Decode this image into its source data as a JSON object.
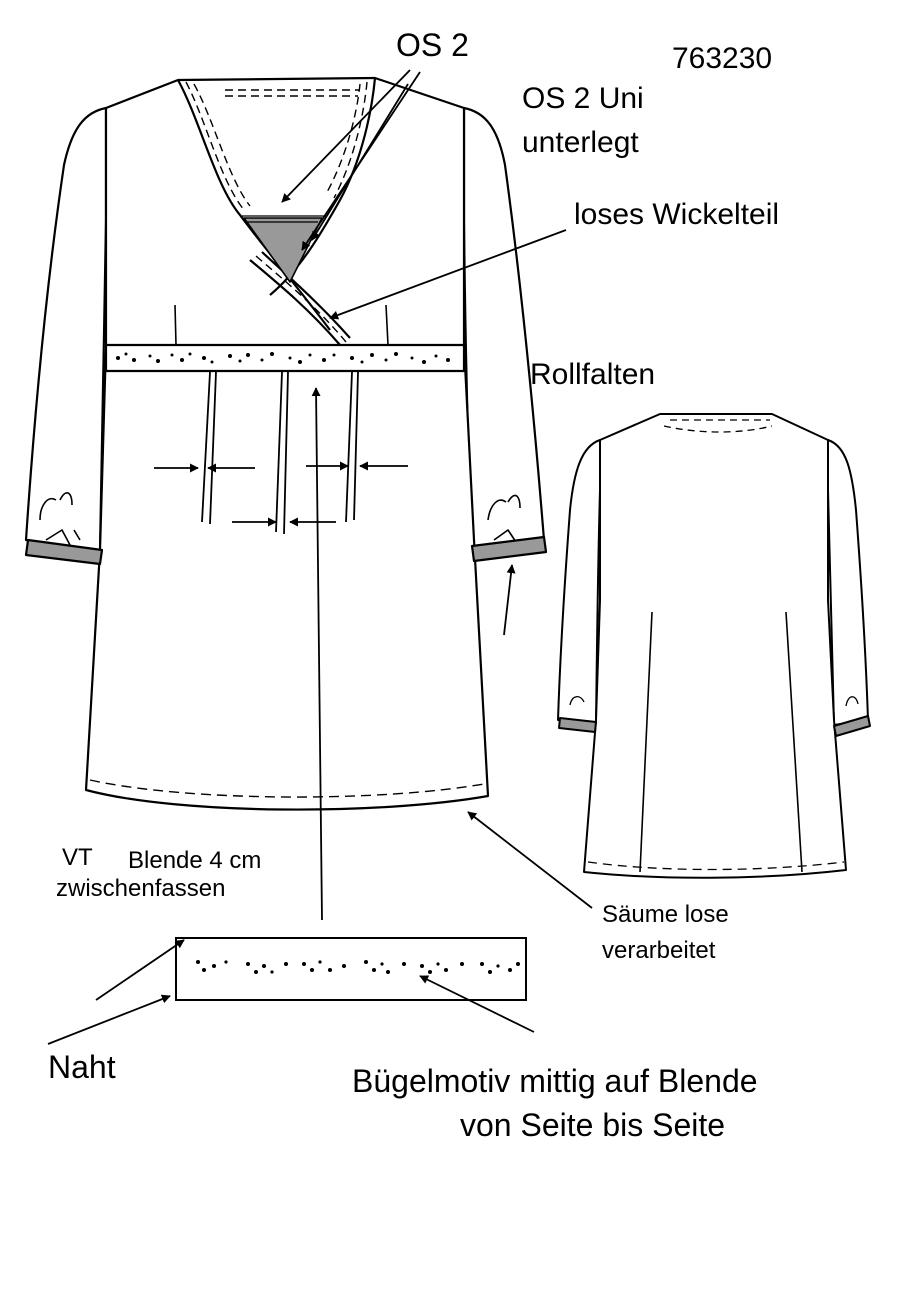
{
  "article_number": "763230",
  "labels": {
    "os2": "OS 2",
    "os2_uni_line1": "OS 2 Uni",
    "os2_uni_line2": "unterlegt",
    "loose_wrap": "loses Wickelteil",
    "roll_pleats": "Rollfalten",
    "vt": "VT",
    "band_line1": "Blende 4 cm",
    "band_line2": "zwischenfassen",
    "hems_line1": "Säume lose",
    "hems_line2": "verarbeitet",
    "seam": "Naht",
    "motif_line1": "Bügelmotiv mittig auf Blende",
    "motif_line2": "von Seite bis Seite"
  },
  "colors": {
    "line": "#000000",
    "fill": "#ffffff",
    "contrast_fabric": "#999999"
  }
}
